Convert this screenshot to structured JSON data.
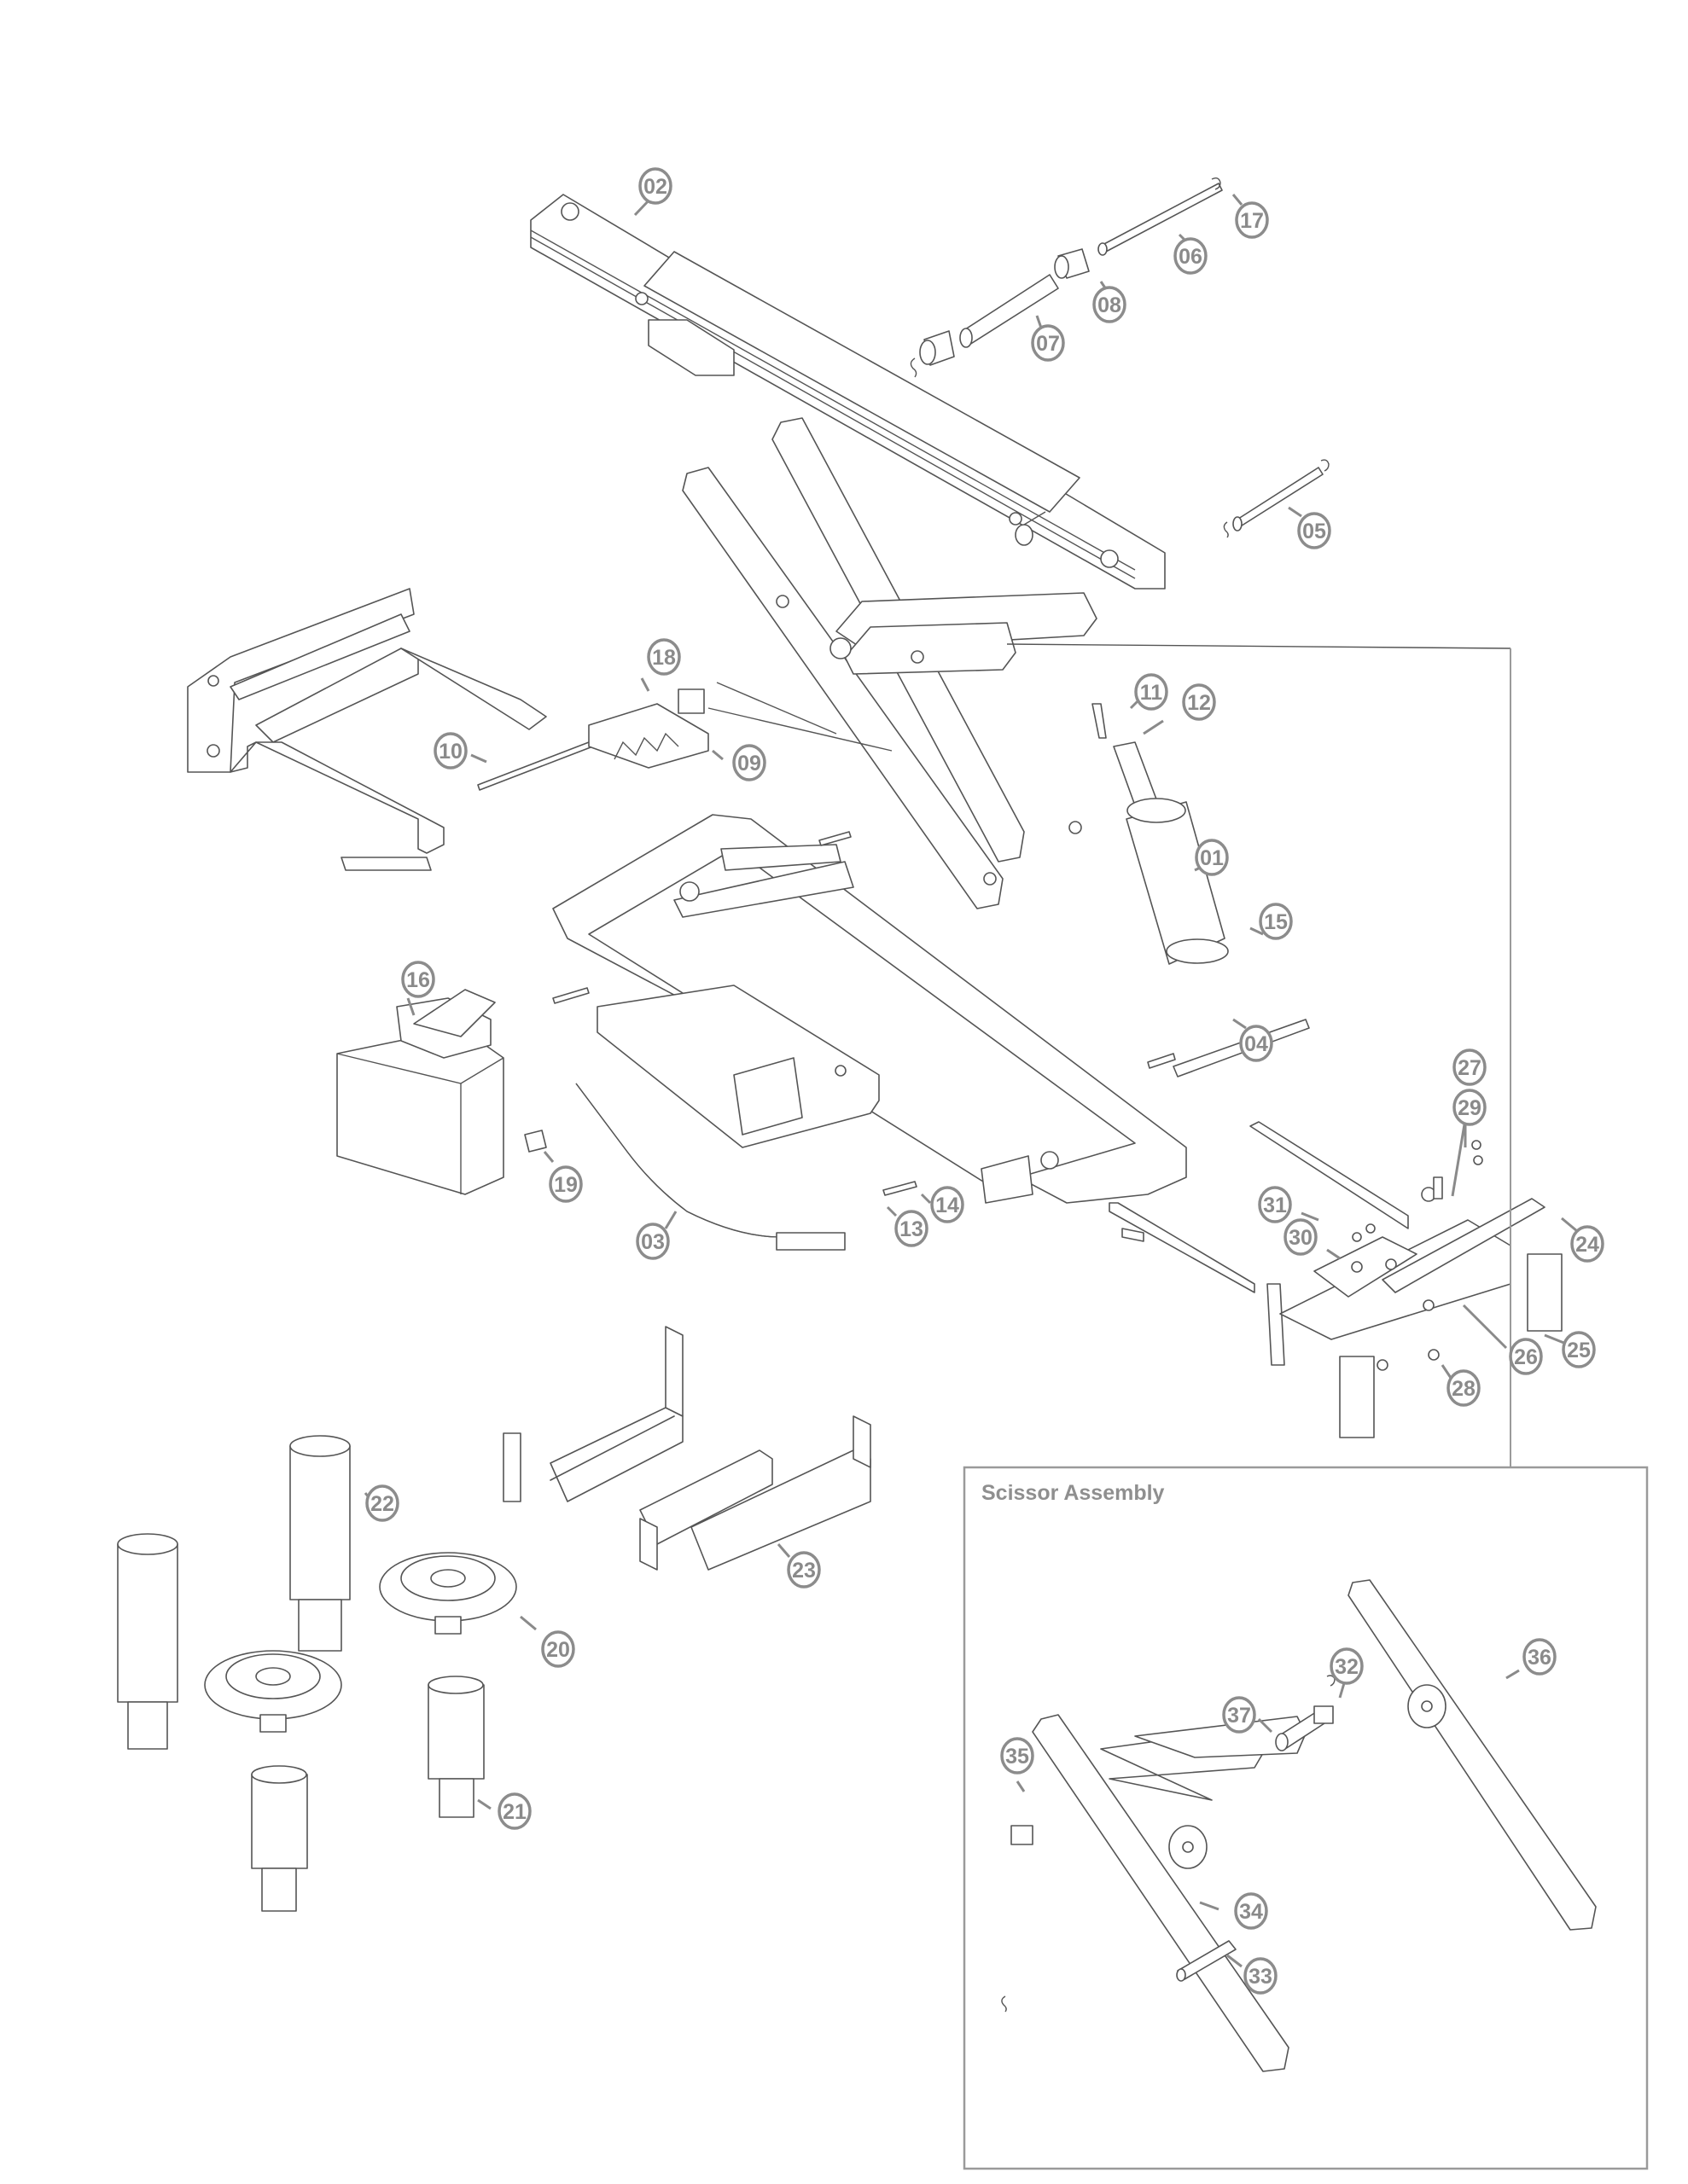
{
  "diagram": {
    "type": "exploded-parts-diagram",
    "inset": {
      "title": "Scissor Assembly"
    },
    "callouts": [
      {
        "id": "01",
        "label": "01"
      },
      {
        "id": "02",
        "label": "02"
      },
      {
        "id": "03",
        "label": "03"
      },
      {
        "id": "04",
        "label": "04"
      },
      {
        "id": "05",
        "label": "05"
      },
      {
        "id": "06",
        "label": "06"
      },
      {
        "id": "07",
        "label": "07"
      },
      {
        "id": "08",
        "label": "08"
      },
      {
        "id": "09",
        "label": "09"
      },
      {
        "id": "10",
        "label": "10"
      },
      {
        "id": "11",
        "label": "11"
      },
      {
        "id": "12",
        "label": "12"
      },
      {
        "id": "13",
        "label": "13"
      },
      {
        "id": "14",
        "label": "14"
      },
      {
        "id": "15",
        "label": "15"
      },
      {
        "id": "16",
        "label": "16"
      },
      {
        "id": "17",
        "label": "17"
      },
      {
        "id": "18",
        "label": "18"
      },
      {
        "id": "19",
        "label": "19"
      },
      {
        "id": "20",
        "label": "20"
      },
      {
        "id": "21",
        "label": "21"
      },
      {
        "id": "22",
        "label": "22"
      },
      {
        "id": "23",
        "label": "23"
      },
      {
        "id": "24",
        "label": "24"
      },
      {
        "id": "25",
        "label": "25"
      },
      {
        "id": "26",
        "label": "26"
      },
      {
        "id": "27",
        "label": "27"
      },
      {
        "id": "28",
        "label": "28"
      },
      {
        "id": "29",
        "label": "29"
      },
      {
        "id": "30",
        "label": "30"
      },
      {
        "id": "31",
        "label": "31"
      },
      {
        "id": "32",
        "label": "32"
      },
      {
        "id": "33",
        "label": "33"
      },
      {
        "id": "34",
        "label": "34"
      },
      {
        "id": "35",
        "label": "35"
      },
      {
        "id": "36",
        "label": "36"
      },
      {
        "id": "37",
        "label": "37"
      }
    ]
  }
}
